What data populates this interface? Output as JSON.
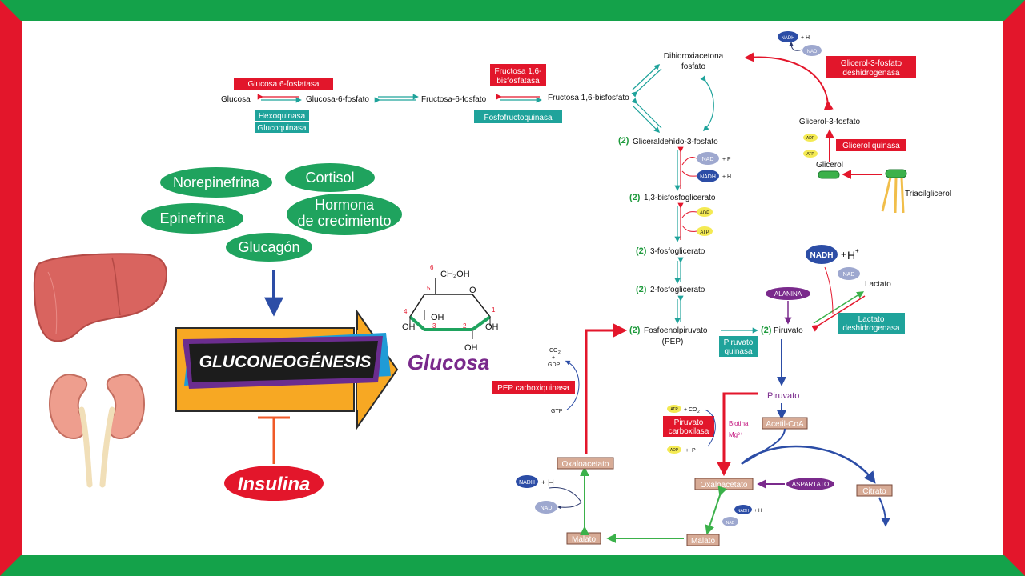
{
  "colors": {
    "green_border": "#14a24a",
    "red_border": "#e3162b",
    "enzyme_red": "#e2162b",
    "enzyme_teal": "#1fa39b",
    "hormone_green": "#1fa35e",
    "purple": "#7a2a8c",
    "metabolite_tan": "#d7ab96",
    "blue_arrow": "#2c4da6",
    "red_arrow": "#e3162b",
    "green_arrow": "#3bb14a"
  },
  "glycolysis_row": {
    "glucosa": "Glucosa",
    "glucosa_6_fosfato": "Glucosa-6-fosfato",
    "fructosa_6_fosfato": "Fructosa-6-fosfato",
    "fructosa_1_6_bisfosfato": "Fructosa 1,6-bisfosfato",
    "dihidroxiacetona_1": "Dihidroxiacetona",
    "dihidroxiacetona_2": "fosfato"
  },
  "enzymes": {
    "glucosa_6_fosfatasa": "Glucosa 6-fosfatasa",
    "hexoquinasa": "Hexoquinasa",
    "glucoquinasa": "Glucoquinasa",
    "fructosa_bisfosfatasa_1": "Fructosa 1,6-",
    "fructosa_bisfosfatasa_2": "bisfosfatasa",
    "fosfofructoquinasa": "Fosfofructoquinasa",
    "glicerol_3_fosfato_dh_1": "Glicerol-3-fosfato",
    "glicerol_3_fosfato_dh_2": "deshidrogenasa",
    "glicerol_quinasa": "Glicerol quinasa",
    "piruvato_quinasa_1": "Piruvato",
    "piruvato_quinasa_2": "quinasa",
    "lactato_dh_1": "Lactato",
    "lactato_dh_2": "deshidrogenasa",
    "pep_carboxiquinasa": "PEP carboxiquinasa",
    "piruvato_carboxilasa_1": "Piruvato",
    "piruvato_carboxilasa_2": "carboxilasa"
  },
  "metabolites": {
    "gliceraldehido": "Gliceraldehído-3-fosfato",
    "bisfosfoglicerato": "1,3-bisfosfoglicerato",
    "tres_fosfoglicerato": "3-fosfoglicerato",
    "dos_fosfoglicerato": "2-fosfoglicerato",
    "fosfoenolpiruvato": "Fosfoenolpiruvato",
    "pep": "(PEP)",
    "piruvato": "Piruvato",
    "two": "(2)",
    "glicerol_3_fosfato": "Glicerol-3-fosfato",
    "glicerol": "Glicerol",
    "triacilglicerol": "Triacilglicerol",
    "lactato": "Lactato",
    "alanina": "ALANINA",
    "piruvato_mito": "Piruvato",
    "acetil_coa": "Acetil-CoA",
    "oxaloacetato_mito": "Oxaloacetato",
    "oxaloacetato_cyto": "Oxaloacetato",
    "aspartato": "ASPARTATO",
    "citrato": "Citrato",
    "malato_mito": "Malato",
    "malato_cyto": "Malato",
    "biotina": "Biotina",
    "mg": "Mg²⁺"
  },
  "cofactors": {
    "nad_plus": "NAD",
    "nadh": "NADH",
    "nad": "NAD",
    "h_plus": "H",
    "plus_sign": "+",
    "superscript_plus": "+",
    "adp": "ADP",
    "atp": "ATP",
    "pi": "P",
    "pi_sub": "i",
    "co2": "CO",
    "co2_sub": "2",
    "gdp": "GDP",
    "gtp": "GTP"
  },
  "hormones": {
    "norepinefrina": "Norepinefrina",
    "cortisol": "Cortisol",
    "epinefrina": "Epinefrina",
    "hormona_1": "Hormona",
    "hormona_2": "de crecimiento",
    "glucagon": "Glucagón"
  },
  "main": {
    "gluconeogenesis": "GLUCONEOGÉNESIS",
    "glucosa_product": "Glucosa",
    "insulina": "Insulina"
  },
  "glucose_structure": {
    "ch2oh": "CH₂OH",
    "oh": "OH",
    "o": "O",
    "c1": "1",
    "c2": "2",
    "c3": "3",
    "c4": "4",
    "c5": "5",
    "c6": "6"
  }
}
